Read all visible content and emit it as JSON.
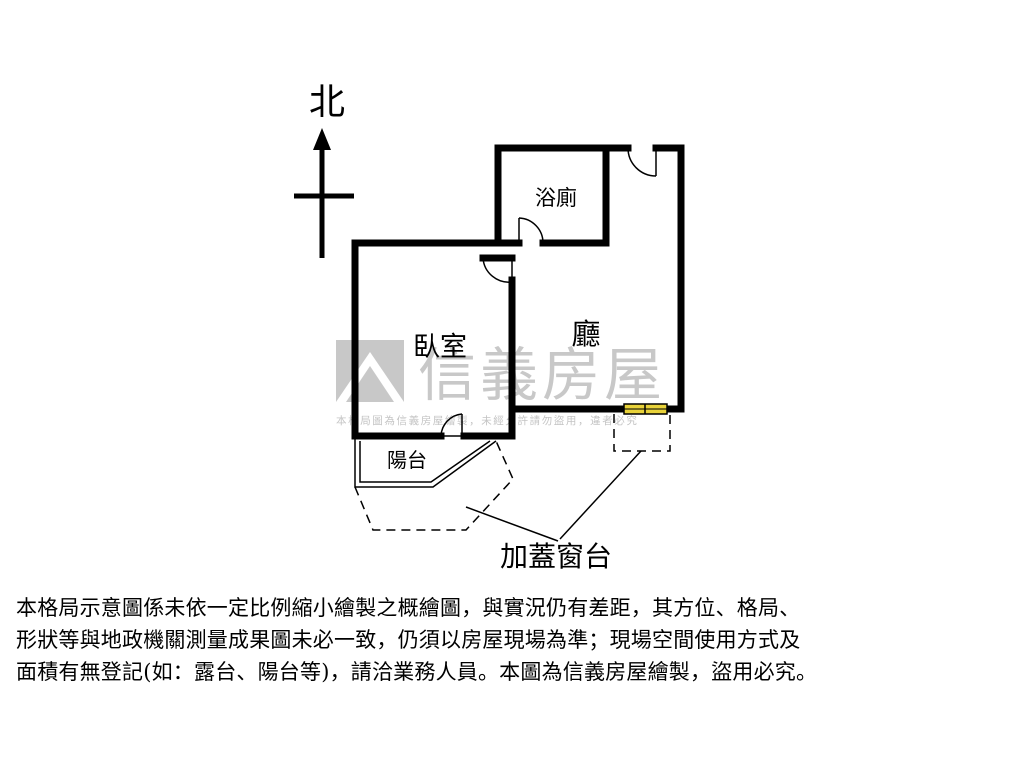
{
  "compass": {
    "label": "北"
  },
  "rooms": {
    "bathroom": "浴廁",
    "living": "廳",
    "bedroom": "臥室",
    "balcony": "陽台"
  },
  "annotation": {
    "addon_window": "加蓋窗台"
  },
  "watermark": {
    "brand": "信義房屋",
    "notice": "本格局圖為信義房屋繪製，未經允許請勿盜用，違者必究"
  },
  "disclaimer": {
    "lines": [
      "本格局示意圖係未依一定比例縮小繪製之概繪圖，與實況仍有差距，其方位、格局、",
      "形狀等與地政機關測量成果圖未必一致，仍須以房屋現場為準；現場空間使用方式及",
      "面積有無登記(如：露台、陽台等)，請洽業務人員。本圖為信義房屋繪製，盜用必究。"
    ]
  },
  "colors": {
    "wall": "#000000",
    "watermark": "#c8c8c8",
    "window": "#e8d23a"
  }
}
